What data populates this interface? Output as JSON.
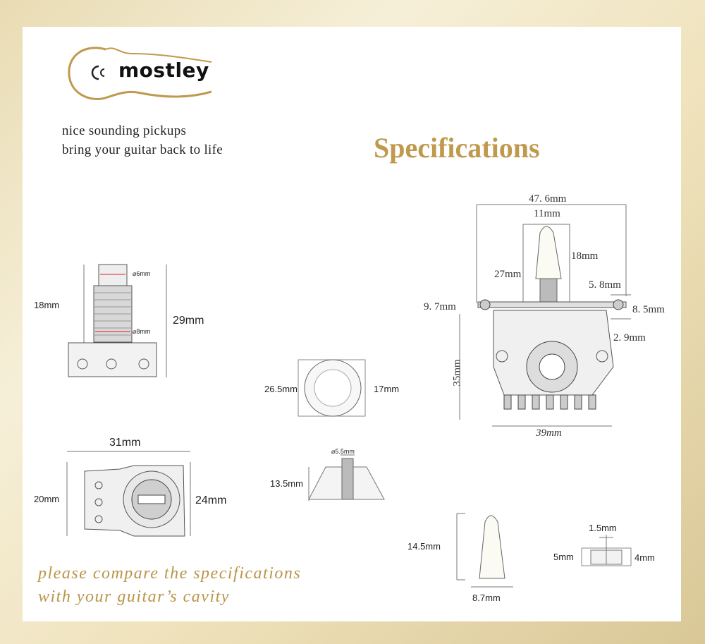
{
  "brand": {
    "name": "mostley",
    "logo": "guitar-outline-logo"
  },
  "tagline": {
    "line1": "nice sounding pickups",
    "line2": "bring your guitar back to life"
  },
  "title": "Specifications",
  "footer": {
    "line1": "please compare the specifications",
    "line2": "with your guitar’s cavity"
  },
  "colors": {
    "gold": "#bf9a4e",
    "frame": "#e9dcb4",
    "line": "#777777"
  },
  "jack": {
    "height_thread": "18mm",
    "height_total": "29mm",
    "dia_top": "⌀6mm",
    "dia_bottom": "⌀8mm"
  },
  "pot": {
    "width": "31mm",
    "height_left": "20mm",
    "height_right": "24mm"
  },
  "knob_top": {
    "diameter": "26.5mm",
    "inner": "17mm"
  },
  "knob_side": {
    "bore": "⌀5.5mm",
    "height": "13.5mm"
  },
  "switch": {
    "overall_width": "47. 6mm",
    "tip_width": "11mm",
    "tip_height": "18mm",
    "lever_height": "27mm",
    "screw_offset": "5. 8mm",
    "left_offset": "9. 7mm",
    "right_height": "8. 5mm",
    "plate": "2. 9mm",
    "body_height": "35mm",
    "body_width": "39mm"
  },
  "tip": {
    "height": "14.5mm",
    "base": "8.7mm"
  },
  "tip_base": {
    "top": "1.5mm",
    "left": "5mm",
    "right": "4mm"
  }
}
